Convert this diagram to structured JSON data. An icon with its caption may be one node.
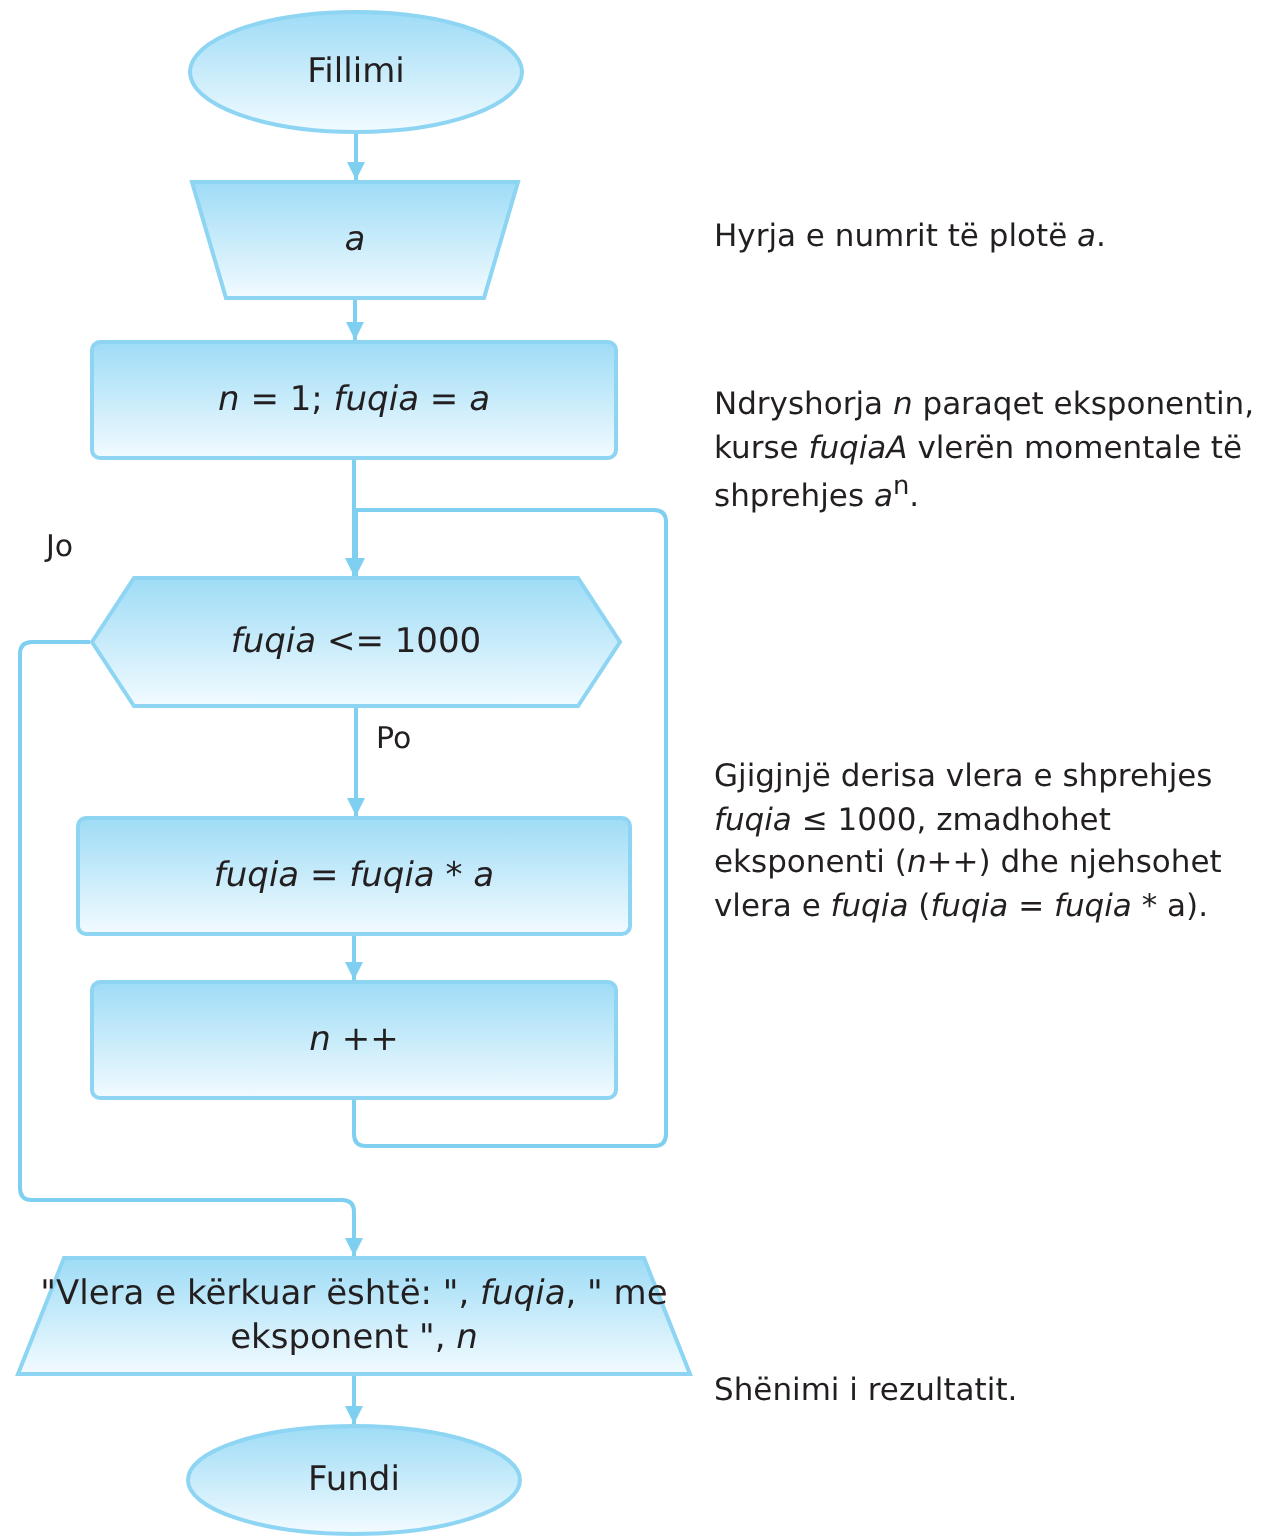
{
  "diagram": {
    "nodes": [
      {
        "text": [
          "Fillimi"
        ]
      },
      {
        "text": [
          "a"
        ]
      },
      {
        "text": [
          "*n* = 1;  *fuqia* = *a*"
        ]
      },
      {
        "text": [
          "*fuqia* <= 1000"
        ]
      },
      {
        "text": [
          "fuqia = fuqia * a"
        ]
      },
      {
        "text": [
          "*n* ++"
        ]
      },
      {
        "text": [
          "\"Vlera e kërkuar është: \", *fuqia*, \" me eksponent \", *n*"
        ]
      },
      {
        "text": [
          "Fundi"
        ]
      }
    ],
    "edges": [
      {
        "from": 0,
        "to": 1,
        "arrow": "to"
      },
      {
        "from": 1,
        "to": 2,
        "arrow": "to"
      },
      {
        "from": 2,
        "to": 3,
        "arrow": "to"
      },
      {
        "from": 3,
        "to": 4,
        "arrow": "to",
        "label": "Po"
      },
      {
        "from": 4,
        "to": 5,
        "arrow": "to"
      },
      {
        "from": 5,
        "to": 3,
        "arrow": "to"
      },
      {
        "from": 3,
        "to": 6,
        "arrow": "to",
        "label": "Jo"
      },
      {
        "from": 6,
        "to": 7,
        "arrow": "to"
      }
    ],
    "labels": [
      "Hyrja e numrit të plotë *a*.",
      "Ndryshorja *n* paraqet eksponentin, kurse *fuqiaA* vlerën momentale të shprehjes *a*$^{n}$.",
      "Gjigjnjë derisa vlera e shprehjes *fuqia* ≤ 1000, zmadhohet eksponenti (*n*++) dhe njehsohet vlera e *fuqia* (*fuqia* = *fuqia* * a).",
      "Shënimi i rezultatit."
    ]
  }
}
